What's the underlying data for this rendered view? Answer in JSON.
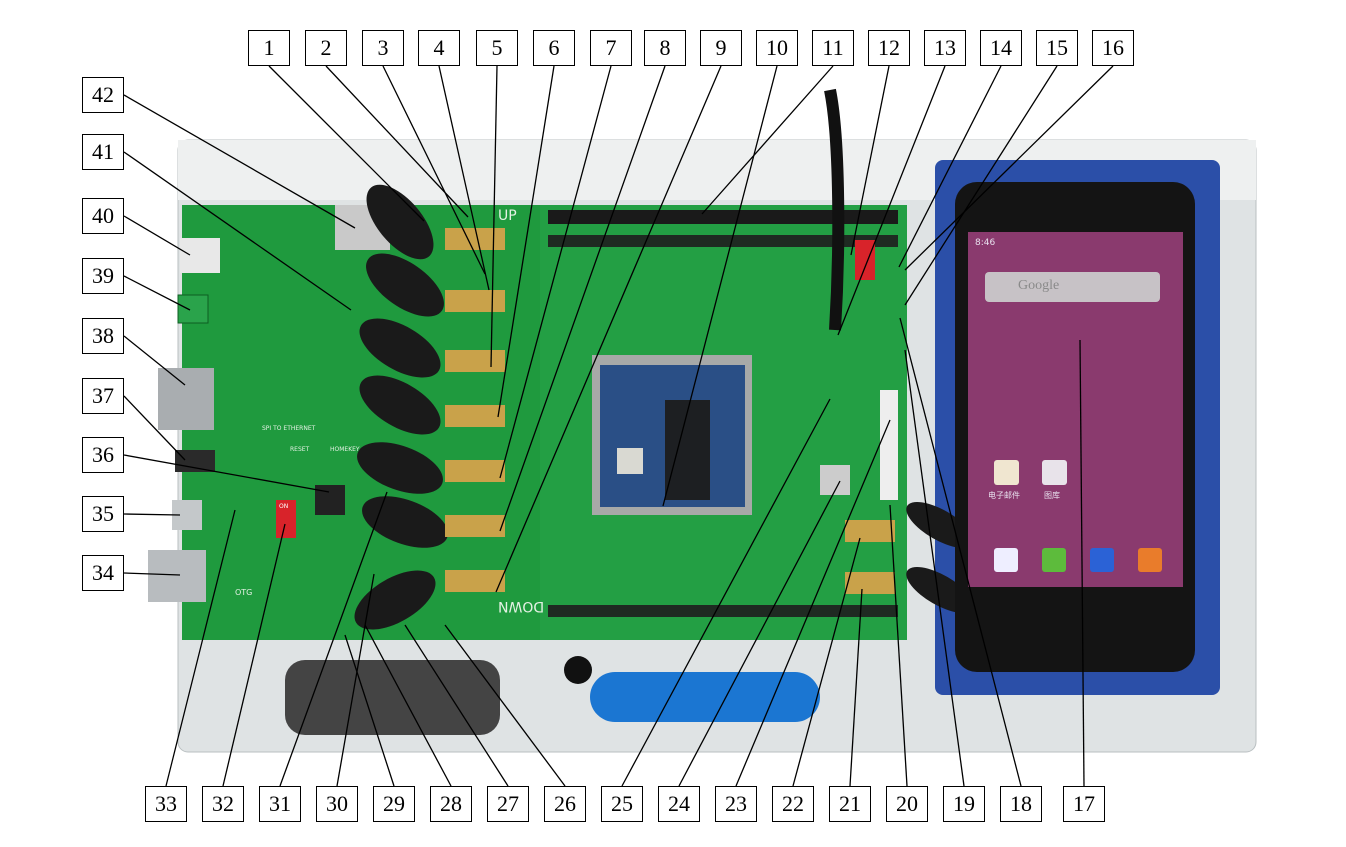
{
  "callouts": {
    "top": [
      "1",
      "2",
      "3",
      "4",
      "5",
      "6",
      "7",
      "8",
      "9",
      "10",
      "11",
      "12",
      "13",
      "14",
      "15",
      "16"
    ],
    "left": [
      "42",
      "41",
      "40",
      "39",
      "38",
      "37",
      "36",
      "35",
      "34"
    ],
    "bottom": [
      "33",
      "32",
      "31",
      "30",
      "29",
      "28",
      "27",
      "26",
      "25",
      "24",
      "23",
      "22",
      "21",
      "20",
      "19",
      "18",
      "17"
    ]
  },
  "phone": {
    "time": "8:46",
    "search_placeholder": "Google",
    "apps": [
      "电子邮件",
      "图库"
    ]
  },
  "board": {
    "silk_up": "UP",
    "silk_down": "DOWN",
    "silk_spi": "SPI TO ETHERNET",
    "silk_otg": "OTG",
    "silk_reset": "RESET",
    "silk_homekey": "HOMEKEY",
    "silk_on": "ON"
  },
  "colors": {
    "pcb": "#1f9a3e",
    "acrylic": "#dfe3e4",
    "phone": "#141414",
    "screen": "#8a3a6e",
    "battery": "#1b76d2",
    "gold": "#c9a24a"
  }
}
